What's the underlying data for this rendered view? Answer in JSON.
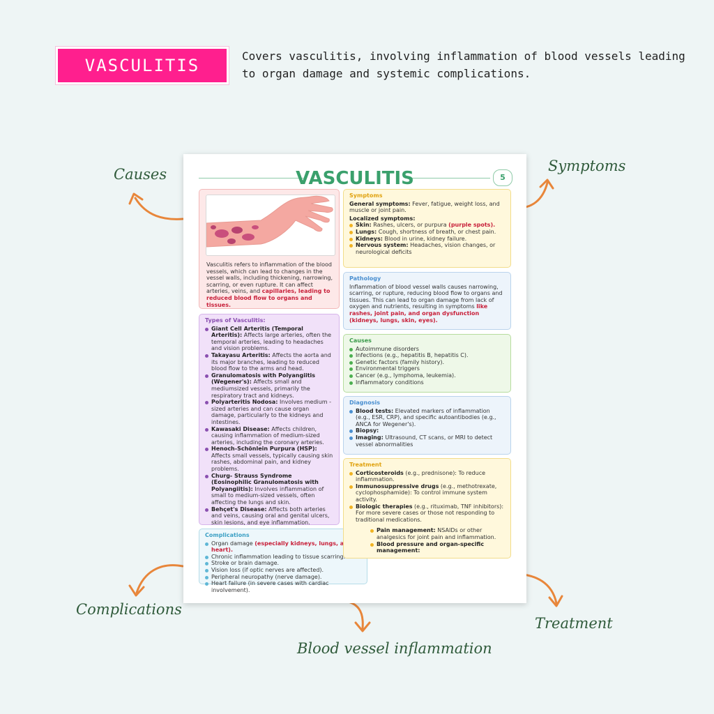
{
  "header": {
    "badge": "VASCULITIS",
    "description": "Covers vasculitis, involving inflammation of blood vessels leading to organ damage and systemic complications."
  },
  "callouts": {
    "causes": "Causes",
    "symptoms": "Symptoms",
    "complications": "Complications",
    "treatment": "Treatment",
    "blood_vessel": "Blood vessel inflammation"
  },
  "page": {
    "title": "VASCULITIS",
    "page_number": "5",
    "intro": {
      "text": "Vasculitis refers to inflammation of the blood vessels, which can lead to changes in the vessel walls, including thickening, narrowing, scarring, or even rupture. It can affect arteries, veins, and ",
      "highlight": "capillaries, leading to reduced blood flow to organs and tissues."
    },
    "types": {
      "title": "Types of Vasculitis:",
      "items": [
        {
          "name": "Giant Cell Arteritis (Temporal Arteritis):",
          "text": " Affects large arteries, often the temporal arteries, leading to headaches and vision problems."
        },
        {
          "name": "Takayasu Arteritis:",
          "text": " Affects the aorta and its major branches, leading to reduced blood flow to the arms and head."
        },
        {
          "name": "Granulomatosis with Polyangiitis (Wegener's):",
          "text": " Affects small and mediumsized vessels, primarily the respiratory tract and kidneys."
        },
        {
          "name": "Polyarteritis Nodosa:",
          "text": " Involves medium -sized arteries and can cause organ damage, particularly to the kidneys and intestines."
        },
        {
          "name": "Kawasaki Disease:",
          "text": " Affects children, causing inflammation of medium-sized arteries, including the coronary arteries."
        },
        {
          "name": "Henoch-Schönlein Purpura (HSP):",
          "text": " Affects small vessels, typically causing skin rashes, abdominal pain, and kidney problems."
        },
        {
          "name": "Churg- Strauss Syndrome (Eosinophilic Granulomatosis with Polyangiitis):",
          "text": " Involves inflammation of small to medium-sized vessels, often affecting the lungs and skin."
        },
        {
          "name": "Behçet's Disease:",
          "text": " Affects both arteries and veins, causing oral and genital ulcers, skin lesions, and eye inflammation."
        }
      ]
    },
    "complications": {
      "title": "Complications",
      "first_text": "Organ damage ",
      "first_highlight": "(especially kidneys, lungs, and heart).",
      "items": [
        "Chronic inflammation leading to tissue scarring.",
        "Stroke or brain damage.",
        "Vision loss (if optic nerves are affected).",
        "Peripheral neuropathy (nerve damage).",
        "Heart failure (in severe cases with cardiac involvement)."
      ]
    },
    "symptoms": {
      "title": "Symptoms",
      "general_label": "General symptoms:",
      "general_text": " Fever, fatigue, weight loss, and muscle or joint pain.",
      "localized_label": "Localized symptoms:",
      "items": [
        {
          "label": "Skin:",
          "text": " Rashes, ulcers, or purpura ",
          "highlight": "(purple spots)."
        },
        {
          "label": "Lungs:",
          "text": " Cough, shortness of breath, or chest pain.",
          "highlight": ""
        },
        {
          "label": "Kidneys:",
          "text": " Blood in urine, kidney failure.",
          "highlight": ""
        },
        {
          "label": "Nervous system:",
          "text": " Headaches, vision changes, or neurological deficits",
          "highlight": ""
        }
      ]
    },
    "pathology": {
      "title": "Pathology",
      "text": "Inflammation of blood vessel walls causes narrowing, scarring, or rupture, reducing blood flow to organs and tissues. This can lead to organ damage from lack of oxygen and nutrients, resulting in symptoms ",
      "highlight": "like rashes, joint pain, and organ dysfunction (kidneys, lungs, skin, eyes)."
    },
    "causes": {
      "title": "Causes",
      "items": [
        "Autoimmune disorders",
        "Infections (e.g., hepatitis B, hepatitis C).",
        "Genetic factors (family history).",
        "Environmental triggers",
        "Cancer (e.g., lymphoma, leukemia).",
        "Inflammatory conditions"
      ]
    },
    "diagnosis": {
      "title": "Diagnosis",
      "items": [
        {
          "label": "Blood tests:",
          "text": " Elevated markers of inflammation (e.g., ESR, CRP), and specific autoantibodies (e.g., ANCA for Wegener's)."
        },
        {
          "label": "Biopsy:",
          "text": ""
        },
        {
          "label": "Imaging:",
          "text": " Ultrasound, CT scans, or MRI to detect vessel abnormalities"
        }
      ]
    },
    "treatment": {
      "title": "Treatment",
      "items": [
        {
          "label": "Corticosteroids",
          "text": " (e.g., prednisone): To reduce inflammation."
        },
        {
          "label": "Immunosuppressive drugs",
          "text": " (e.g., methotrexate, cyclophosphamide): To control immune system activity."
        },
        {
          "label": "Biologic therapies",
          "text": " (e.g., rituximab, TNF inhibitors): For more severe cases or those not responding to traditional medications."
        }
      ],
      "extra_items": [
        {
          "label": "Pain management:",
          "text": " NSAIDs or other analgesics for joint pain and inflammation."
        },
        {
          "label": "Blood pressure and organ-specific management:",
          "text": ""
        }
      ]
    }
  },
  "colors": {
    "badge": "#ff1f8e",
    "title_green": "#3aa06c",
    "arrow_orange": "#e8863a",
    "callout_green": "#2f5a3a",
    "highlight_red": "#c8203a"
  }
}
